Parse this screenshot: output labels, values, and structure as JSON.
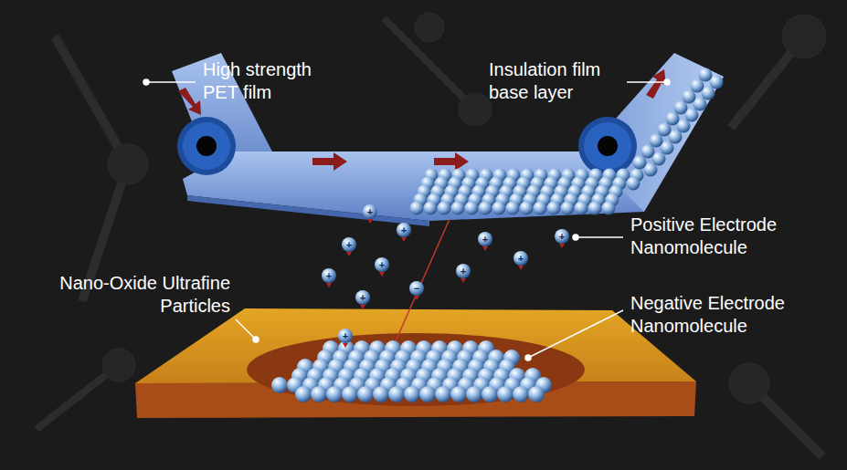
{
  "diagram": {
    "labels": [
      "High strength PET film",
      "Insulation film base layer",
      "Positive Electrode Nanomolecule",
      "Nano-Oxide Ultrafine Particles",
      "Negative Electrode Nanomolecule",
      "+",
      "+",
      "+",
      "+",
      "+",
      "+",
      "+",
      "+",
      "+",
      "+",
      "+",
      "−"
    ]
  }
}
